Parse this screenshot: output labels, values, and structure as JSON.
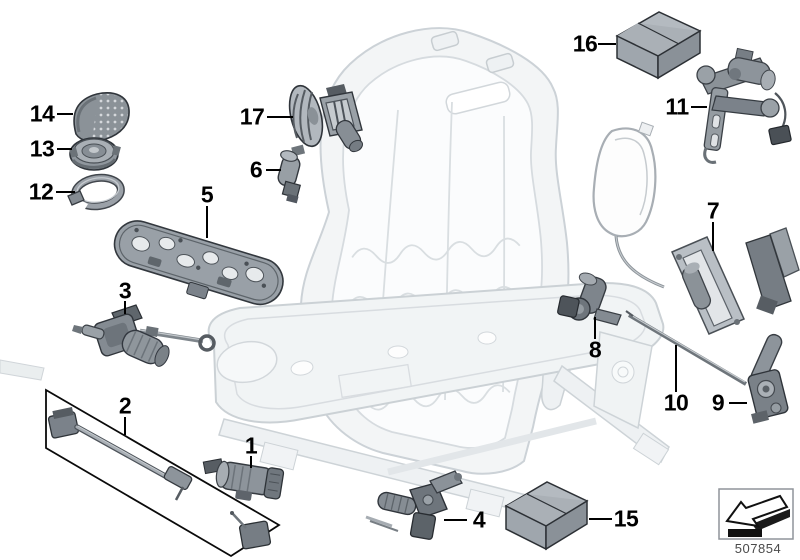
{
  "figure": {
    "code": "507854",
    "icons": {
      "bottom_right": "direction-arrow-icon"
    },
    "palette": {
      "ink": "#000000",
      "part_fill": "#8d949b",
      "part_stroke": "#33383e",
      "frame_line": "#ccd2d7",
      "code_text": "#4a4a4a"
    },
    "callouts": [
      {
        "num": "1",
        "part": "drive-motor-seat-height"
      },
      {
        "num": "2",
        "part": "flexible-shaft-set"
      },
      {
        "num": "3",
        "part": "drive-seat-tilt"
      },
      {
        "num": "4",
        "part": "drive-seat-depth"
      },
      {
        "num": "5",
        "part": "seat-pan-carrier"
      },
      {
        "num": "6",
        "part": "drive-motor-small"
      },
      {
        "num": "7",
        "part": "backrest-width-drive"
      },
      {
        "num": "8",
        "part": "drive-backrest-upper"
      },
      {
        "num": "9",
        "part": "drive-head-restraint"
      },
      {
        "num": "10",
        "part": "flexible-shaft"
      },
      {
        "num": "11",
        "part": "lumbar-support-drive"
      },
      {
        "num": "12",
        "part": "retaining-ring"
      },
      {
        "num": "13",
        "part": "rotary-cap"
      },
      {
        "num": "14",
        "part": "perforated-grille"
      },
      {
        "num": "15",
        "part": "mounting-kit-box"
      },
      {
        "num": "16",
        "part": "mounting-kit-box"
      },
      {
        "num": "17",
        "part": "drive-unit-fan"
      }
    ]
  }
}
